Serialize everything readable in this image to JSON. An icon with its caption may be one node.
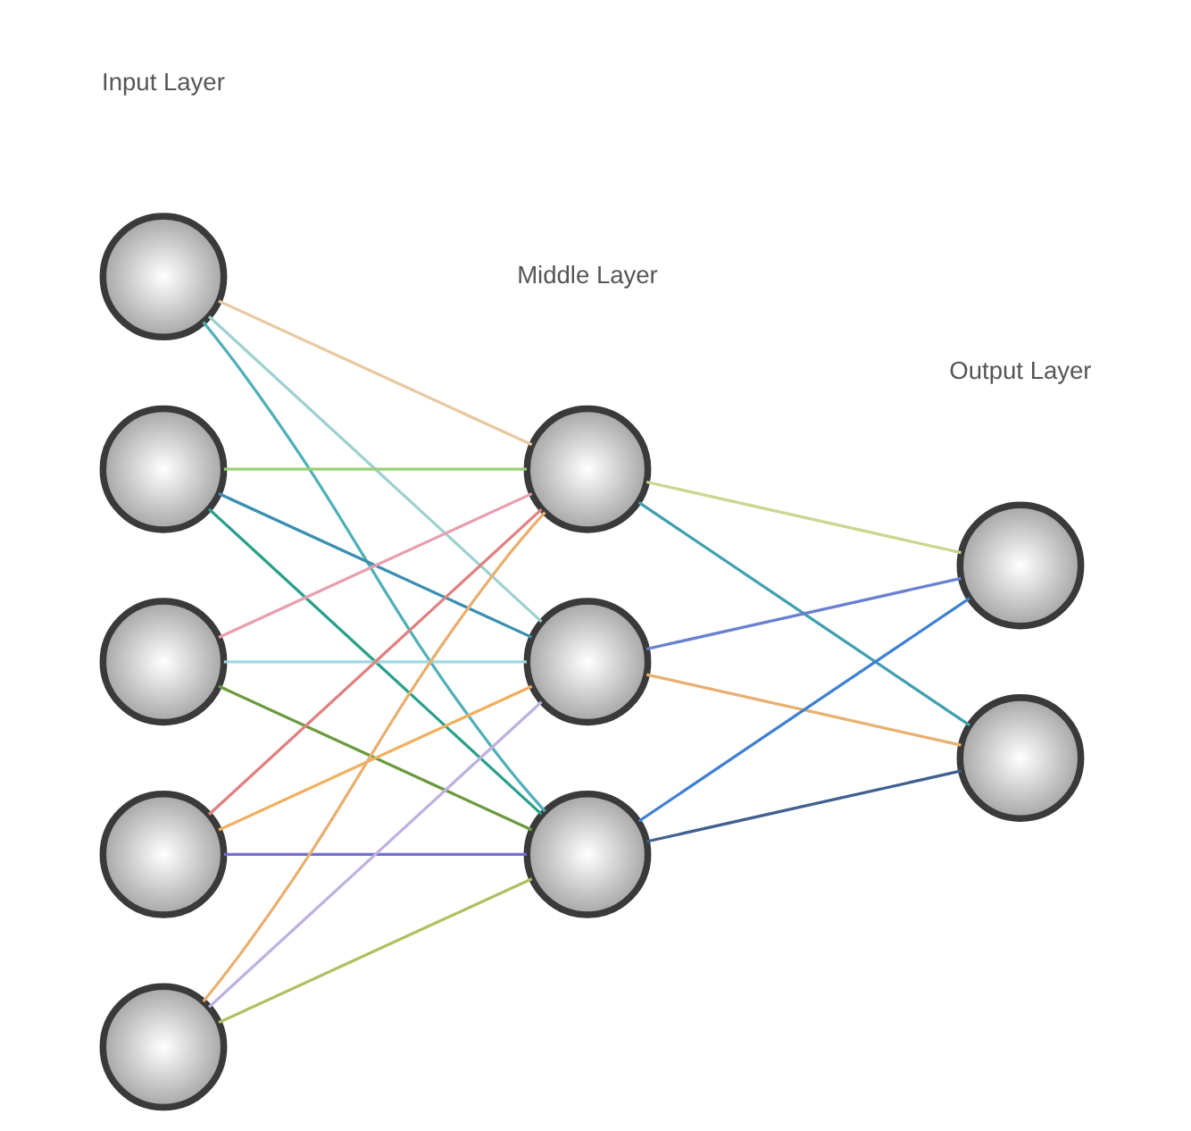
{
  "diagram": {
    "nodes": [
      {
        "text": [],
        "shape": "circle"
      },
      {
        "text": [],
        "shape": "circle"
      },
      {
        "text": [],
        "shape": "circle"
      },
      {
        "text": [],
        "shape": "circle"
      },
      {
        "text": [],
        "shape": "circle"
      },
      {
        "text": [],
        "shape": "circle"
      },
      {
        "text": [],
        "shape": "circle"
      },
      {
        "text": [],
        "shape": "circle"
      },
      {
        "text": [],
        "shape": "circle"
      },
      {
        "text": [],
        "shape": "circle"
      }
    ],
    "edges": [
      {
        "from": 0,
        "to": 5,
        "arrow": "none",
        "color": "#e8c9a0"
      },
      {
        "from": 0,
        "to": 6,
        "arrow": "none",
        "color": "#9fd0d0"
      },
      {
        "from": 0,
        "to": 7,
        "arrow": "none",
        "color": "#50b0b8"
      },
      {
        "from": 1,
        "to": 5,
        "arrow": "none",
        "color": "#9ad07a"
      },
      {
        "from": 1,
        "to": 6,
        "arrow": "none",
        "color": "#3a8fb0"
      },
      {
        "from": 1,
        "to": 7,
        "arrow": "none",
        "color": "#2aa08a"
      },
      {
        "from": 2,
        "to": 5,
        "arrow": "none",
        "color": "#e8a0b0"
      },
      {
        "from": 2,
        "to": 6,
        "arrow": "none",
        "color": "#a0d8e0"
      },
      {
        "from": 2,
        "to": 7,
        "arrow": "none",
        "color": "#6a9a40"
      },
      {
        "from": 3,
        "to": 5,
        "arrow": "none",
        "color": "#e08080"
      },
      {
        "from": 3,
        "to": 6,
        "arrow": "none",
        "color": "#f0b060"
      },
      {
        "from": 3,
        "to": 7,
        "arrow": "none",
        "color": "#7070d0"
      },
      {
        "from": 4,
        "to": 5,
        "arrow": "none",
        "color": "#e8b070"
      },
      {
        "from": 4,
        "to": 6,
        "arrow": "none",
        "color": "#c0b0e0"
      },
      {
        "from": 4,
        "to": 7,
        "arrow": "none",
        "color": "#b0c060"
      },
      {
        "from": 5,
        "to": 8,
        "arrow": "none",
        "color": "#c8d890"
      },
      {
        "from": 5,
        "to": 9,
        "arrow": "none",
        "color": "#40a0b0"
      },
      {
        "from": 6,
        "to": 8,
        "arrow": "none",
        "color": "#6a80d0"
      },
      {
        "from": 6,
        "to": 9,
        "arrow": "none",
        "color": "#e8b070"
      },
      {
        "from": 7,
        "to": 8,
        "arrow": "none",
        "color": "#4080d0"
      },
      {
        "from": 7,
        "to": 9,
        "arrow": "none",
        "color": "#406090"
      }
    ],
    "labels": [
      "Input Layer",
      "Middle Layer",
      "Output Layer"
    ]
  }
}
